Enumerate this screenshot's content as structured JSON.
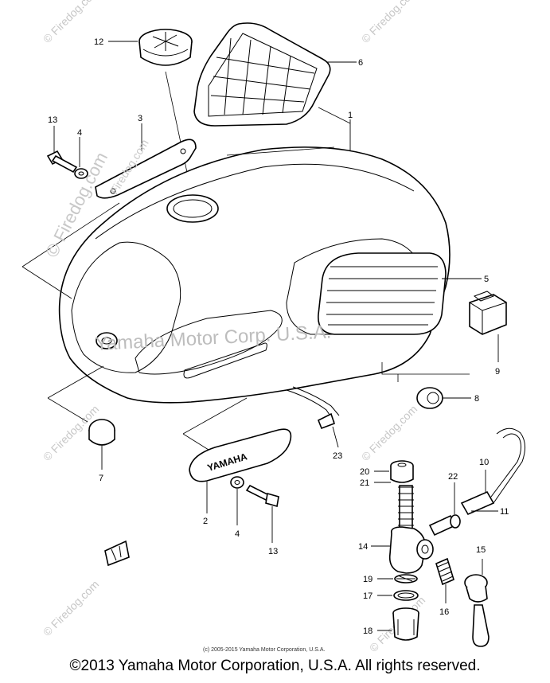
{
  "part_labels": {
    "p1": "1",
    "p2": "2",
    "p3": "3",
    "p4a": "4",
    "p4b": "4",
    "p5": "5",
    "p6": "6",
    "p7": "7",
    "p8": "8",
    "p9": "9",
    "p10": "10",
    "p11": "11",
    "p12": "12",
    "p13a": "13",
    "p13b": "13",
    "p14": "14",
    "p15": "15",
    "p16": "16",
    "p17": "17",
    "p18": "18",
    "p19": "19",
    "p20": "20",
    "p21": "21",
    "p22": "22",
    "p23": "23"
  },
  "emblem_text": "YAMAHA",
  "watermarks": {
    "main": "Yamaha Motor Corp. U.S.A.",
    "firedog_main": "© Firedog.com",
    "firedog_small": "Firedog.com",
    "firedog_corner": "© Firedog.com"
  },
  "small_copyright": "(c) 2005-2015 Yamaha Motor Corporation, U.S.A.",
  "footer_copyright": "©2013 Yamaha Motor Corporation, U.S.A. All rights reserved."
}
